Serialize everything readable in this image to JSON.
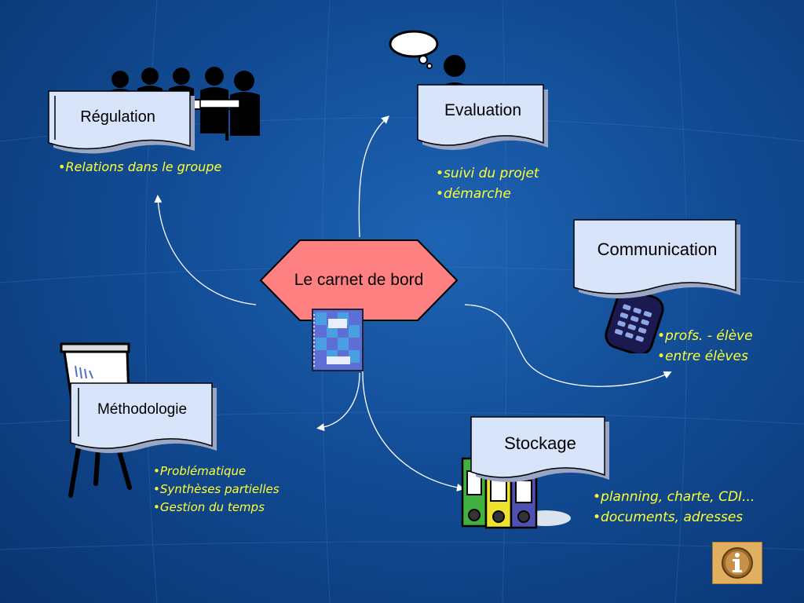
{
  "center": {
    "label": "Le carnet de bord"
  },
  "regulation": {
    "title": "Régulation",
    "bullets": [
      "Relations  dans le groupe"
    ]
  },
  "evaluation": {
    "title": "Evaluation",
    "bullets": [
      "suivi du projet",
      "démarche"
    ]
  },
  "communication": {
    "title": "Communication",
    "bullets": [
      "profs. - élève",
      "entre élèves"
    ]
  },
  "methodologie": {
    "title": "Méthodologie",
    "bullets": [
      "Problématique",
      "Synthèses partielles",
      "Gestion du temps"
    ]
  },
  "stockage": {
    "title": "Stockage",
    "bullets": [
      "planning, charte, CDI...",
      "documents, adresses"
    ]
  },
  "colors": {
    "background": "#124c95",
    "hexagon": "#ff8080",
    "card": "#d8e4fa",
    "bullet_text": "#ffff33",
    "arrow": "#ffffff",
    "info_button": "#e0b060"
  },
  "icons": [
    "meeting-people-icon",
    "thinking-person-icon",
    "mobile-phone-icon",
    "flipchart-icon",
    "binders-icon",
    "notebook-icon",
    "info-icon"
  ]
}
